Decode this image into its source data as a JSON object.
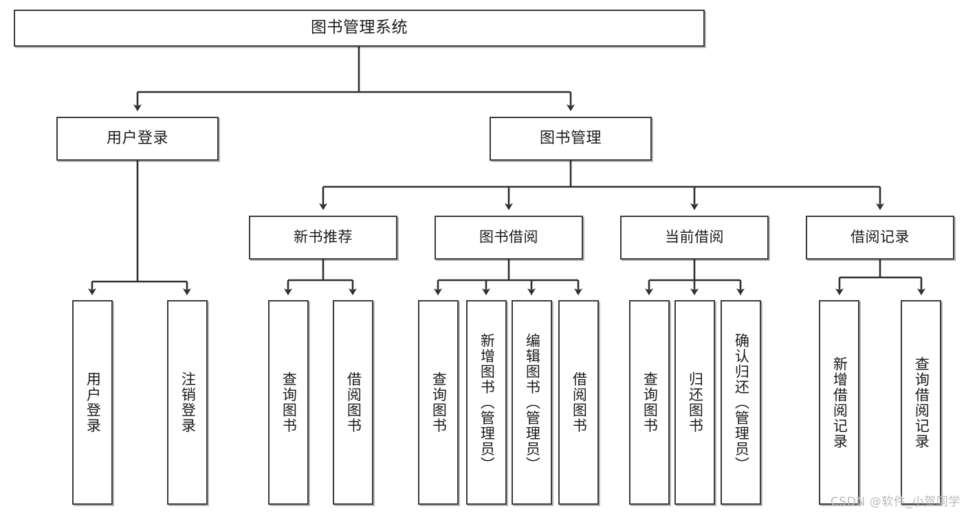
{
  "diagram": {
    "kind": "tree-structure-chart",
    "title": "图书管理系统",
    "watermark": "CSDN @软件_小贺同学",
    "colors": {
      "box_border": "#3a3a3a",
      "box_fill": "#ffffff",
      "connector": "#2f2f2f",
      "text": "#1a1a1a",
      "watermark": "#b9b9b9"
    },
    "nodes": {
      "root": {
        "label": "图书管理系统"
      },
      "level2": [
        {
          "label": "用户登录"
        },
        {
          "label": "图书管理"
        }
      ],
      "level3": [
        {
          "label": "新书推荐"
        },
        {
          "label": "图书借阅"
        },
        {
          "label": "当前借阅"
        },
        {
          "label": "借阅记录"
        }
      ],
      "leaves_user_login": [
        {
          "label": "用户登录"
        },
        {
          "label": "注销登录"
        }
      ],
      "leaves_new_book": [
        {
          "label": "查询图书"
        },
        {
          "label": "借阅图书"
        }
      ],
      "leaves_borrow": [
        {
          "label": "查询图书"
        },
        {
          "label": "新增图书（管理员）"
        },
        {
          "label": "编辑图书（管理员）"
        },
        {
          "label": "借阅图书"
        }
      ],
      "leaves_current": [
        {
          "label": "查询图书"
        },
        {
          "label": "归还图书"
        },
        {
          "label": "确认归还（管理员）"
        }
      ],
      "leaves_record": [
        {
          "label": "新增借阅记录"
        },
        {
          "label": "查询借阅记录"
        }
      ]
    }
  }
}
